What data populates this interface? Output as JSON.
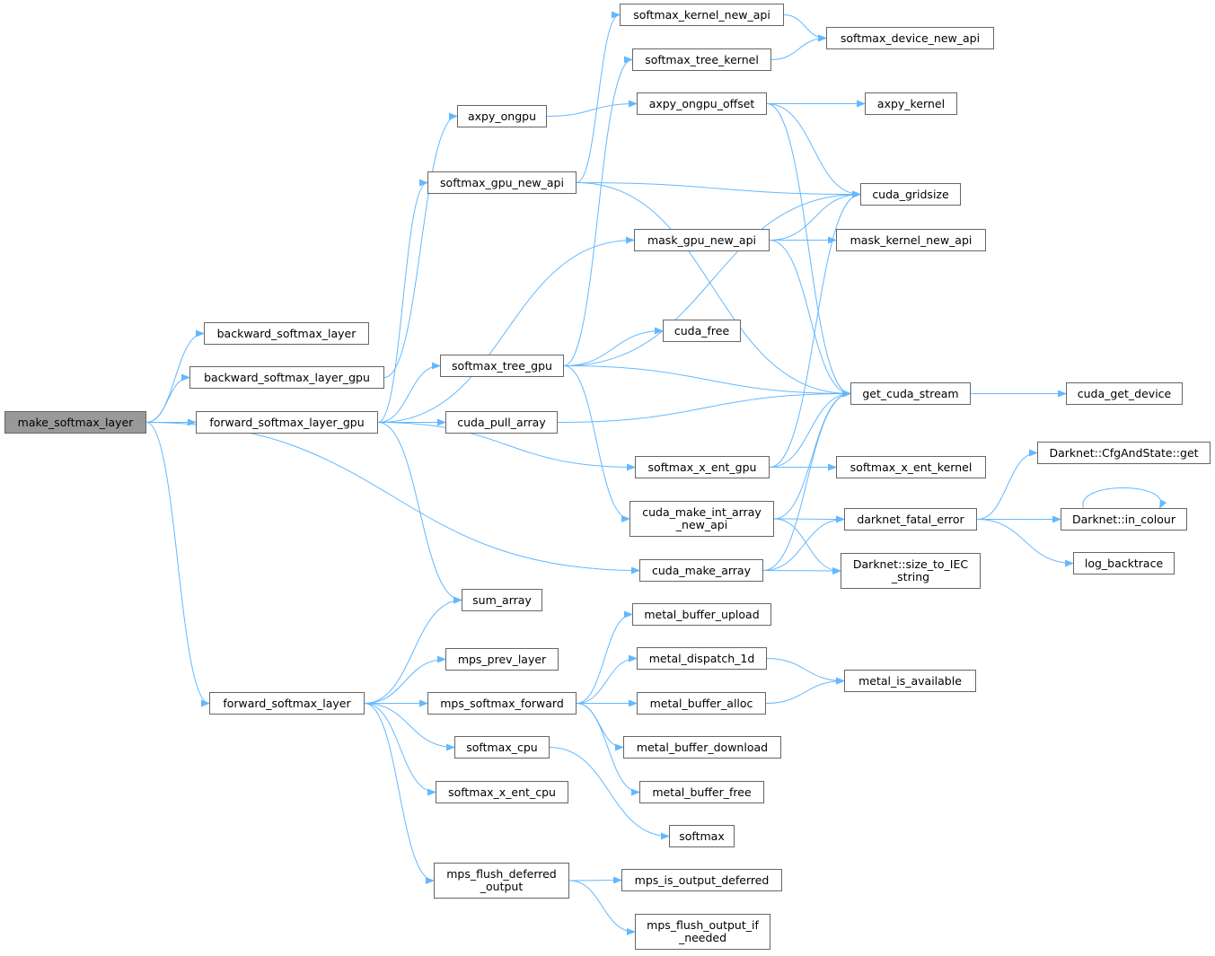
{
  "colors": {
    "edge": "#63b8ff",
    "border": "#666666",
    "root_fill": "#999999"
  },
  "nodes": [
    {
      "id": "make_softmax_layer",
      "label": "make_softmax_layer",
      "root": true
    },
    {
      "id": "backward_softmax_layer",
      "label": "backward_softmax_layer"
    },
    {
      "id": "backward_softmax_layer_gpu",
      "label": "backward_softmax_layer_gpu"
    },
    {
      "id": "forward_softmax_layer_gpu",
      "label": "forward_softmax_layer_gpu"
    },
    {
      "id": "forward_softmax_layer",
      "label": "forward_softmax_layer"
    },
    {
      "id": "axpy_ongpu",
      "label": "axpy_ongpu"
    },
    {
      "id": "softmax_gpu_new_api",
      "label": "softmax_gpu_new_api"
    },
    {
      "id": "softmax_tree_gpu",
      "label": "softmax_tree_gpu"
    },
    {
      "id": "cuda_pull_array",
      "label": "cuda_pull_array"
    },
    {
      "id": "sum_array",
      "label": "sum_array"
    },
    {
      "id": "mps_prev_layer",
      "label": "mps_prev_layer"
    },
    {
      "id": "mps_softmax_forward",
      "label": "mps_softmax_forward"
    },
    {
      "id": "softmax_cpu",
      "label": "softmax_cpu"
    },
    {
      "id": "softmax_x_ent_cpu",
      "label": "softmax_x_ent_cpu"
    },
    {
      "id": "mps_flush_deferred_output",
      "label": "mps_flush_deferred\n_output"
    },
    {
      "id": "softmax_kernel_new_api",
      "label": "softmax_kernel_new_api"
    },
    {
      "id": "softmax_tree_kernel",
      "label": "softmax_tree_kernel"
    },
    {
      "id": "axpy_ongpu_offset",
      "label": "axpy_ongpu_offset"
    },
    {
      "id": "mask_gpu_new_api",
      "label": "mask_gpu_new_api"
    },
    {
      "id": "cuda_free",
      "label": "cuda_free"
    },
    {
      "id": "softmax_x_ent_gpu",
      "label": "softmax_x_ent_gpu"
    },
    {
      "id": "cuda_make_int_array_new_api",
      "label": "cuda_make_int_array\n_new_api"
    },
    {
      "id": "cuda_make_array",
      "label": "cuda_make_array"
    },
    {
      "id": "metal_buffer_upload",
      "label": "metal_buffer_upload"
    },
    {
      "id": "metal_dispatch_1d",
      "label": "metal_dispatch_1d"
    },
    {
      "id": "metal_buffer_alloc",
      "label": "metal_buffer_alloc"
    },
    {
      "id": "metal_buffer_download",
      "label": "metal_buffer_download"
    },
    {
      "id": "metal_buffer_free",
      "label": "metal_buffer_free"
    },
    {
      "id": "softmax",
      "label": "softmax"
    },
    {
      "id": "mps_is_output_deferred",
      "label": "mps_is_output_deferred"
    },
    {
      "id": "mps_flush_output_if_needed",
      "label": "mps_flush_output_if\n_needed"
    },
    {
      "id": "softmax_device_new_api",
      "label": "softmax_device_new_api"
    },
    {
      "id": "axpy_kernel",
      "label": "axpy_kernel"
    },
    {
      "id": "cuda_gridsize",
      "label": "cuda_gridsize"
    },
    {
      "id": "mask_kernel_new_api",
      "label": "mask_kernel_new_api"
    },
    {
      "id": "get_cuda_stream",
      "label": "get_cuda_stream"
    },
    {
      "id": "softmax_x_ent_kernel",
      "label": "softmax_x_ent_kernel"
    },
    {
      "id": "darknet_fatal_error",
      "label": "darknet_fatal_error"
    },
    {
      "id": "size_to_IEC_string",
      "label": "Darknet::size_to_IEC\n_string"
    },
    {
      "id": "metal_is_available",
      "label": "metal_is_available"
    },
    {
      "id": "cuda_get_device",
      "label": "cuda_get_device"
    },
    {
      "id": "cfgandstate_get",
      "label": "Darknet::CfgAndState::get"
    },
    {
      "id": "in_colour",
      "label": "Darknet::in_colour"
    },
    {
      "id": "log_backtrace",
      "label": "log_backtrace"
    }
  ],
  "edges": [
    [
      "make_softmax_layer",
      "backward_softmax_layer"
    ],
    [
      "make_softmax_layer",
      "backward_softmax_layer_gpu"
    ],
    [
      "make_softmax_layer",
      "forward_softmax_layer_gpu"
    ],
    [
      "make_softmax_layer",
      "forward_softmax_layer"
    ],
    [
      "make_softmax_layer",
      "cuda_make_array"
    ],
    [
      "backward_softmax_layer_gpu",
      "axpy_ongpu"
    ],
    [
      "forward_softmax_layer_gpu",
      "softmax_gpu_new_api"
    ],
    [
      "forward_softmax_layer_gpu",
      "mask_gpu_new_api"
    ],
    [
      "forward_softmax_layer_gpu",
      "softmax_tree_gpu"
    ],
    [
      "forward_softmax_layer_gpu",
      "cuda_pull_array"
    ],
    [
      "forward_softmax_layer_gpu",
      "softmax_x_ent_gpu"
    ],
    [
      "forward_softmax_layer_gpu",
      "sum_array"
    ],
    [
      "forward_softmax_layer",
      "sum_array"
    ],
    [
      "forward_softmax_layer",
      "mps_prev_layer"
    ],
    [
      "forward_softmax_layer",
      "mps_softmax_forward"
    ],
    [
      "forward_softmax_layer",
      "softmax_cpu"
    ],
    [
      "forward_softmax_layer",
      "softmax_x_ent_cpu"
    ],
    [
      "forward_softmax_layer",
      "mps_flush_deferred_output"
    ],
    [
      "axpy_ongpu",
      "axpy_ongpu_offset"
    ],
    [
      "softmax_gpu_new_api",
      "softmax_kernel_new_api"
    ],
    [
      "softmax_gpu_new_api",
      "cuda_gridsize"
    ],
    [
      "softmax_gpu_new_api",
      "get_cuda_stream"
    ],
    [
      "softmax_tree_gpu",
      "softmax_tree_kernel"
    ],
    [
      "softmax_tree_gpu",
      "cuda_gridsize"
    ],
    [
      "softmax_tree_gpu",
      "cuda_free"
    ],
    [
      "softmax_tree_gpu",
      "get_cuda_stream"
    ],
    [
      "softmax_tree_gpu",
      "cuda_make_int_array_new_api"
    ],
    [
      "cuda_pull_array",
      "get_cuda_stream"
    ],
    [
      "softmax_kernel_new_api",
      "softmax_device_new_api"
    ],
    [
      "softmax_tree_kernel",
      "softmax_device_new_api"
    ],
    [
      "axpy_ongpu_offset",
      "axpy_kernel"
    ],
    [
      "axpy_ongpu_offset",
      "cuda_gridsize"
    ],
    [
      "axpy_ongpu_offset",
      "get_cuda_stream"
    ],
    [
      "mask_gpu_new_api",
      "cuda_gridsize"
    ],
    [
      "mask_gpu_new_api",
      "mask_kernel_new_api"
    ],
    [
      "mask_gpu_new_api",
      "get_cuda_stream"
    ],
    [
      "softmax_x_ent_gpu",
      "cuda_gridsize"
    ],
    [
      "softmax_x_ent_gpu",
      "get_cuda_stream"
    ],
    [
      "softmax_x_ent_gpu",
      "softmax_x_ent_kernel"
    ],
    [
      "cuda_make_int_array_new_api",
      "get_cuda_stream"
    ],
    [
      "cuda_make_int_array_new_api",
      "darknet_fatal_error"
    ],
    [
      "cuda_make_int_array_new_api",
      "size_to_IEC_string"
    ],
    [
      "cuda_make_array",
      "get_cuda_stream"
    ],
    [
      "cuda_make_array",
      "darknet_fatal_error"
    ],
    [
      "cuda_make_array",
      "size_to_IEC_string"
    ],
    [
      "get_cuda_stream",
      "cuda_get_device"
    ],
    [
      "darknet_fatal_error",
      "cfgandstate_get"
    ],
    [
      "darknet_fatal_error",
      "in_colour"
    ],
    [
      "darknet_fatal_error",
      "log_backtrace"
    ],
    [
      "in_colour",
      "in_colour"
    ],
    [
      "mps_softmax_forward",
      "metal_buffer_upload"
    ],
    [
      "mps_softmax_forward",
      "metal_dispatch_1d"
    ],
    [
      "mps_softmax_forward",
      "metal_buffer_alloc"
    ],
    [
      "mps_softmax_forward",
      "metal_buffer_download"
    ],
    [
      "mps_softmax_forward",
      "metal_buffer_free"
    ],
    [
      "metal_dispatch_1d",
      "metal_is_available"
    ],
    [
      "metal_buffer_alloc",
      "metal_is_available"
    ],
    [
      "softmax_cpu",
      "softmax"
    ],
    [
      "mps_flush_deferred_output",
      "mps_is_output_deferred"
    ],
    [
      "mps_flush_deferred_output",
      "mps_flush_output_if_needed"
    ]
  ]
}
